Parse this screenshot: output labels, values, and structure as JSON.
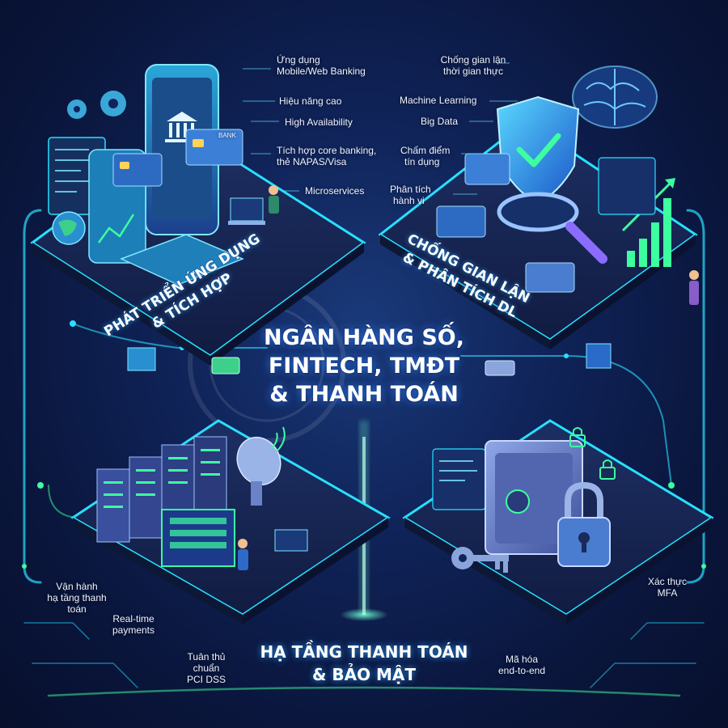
{
  "center_title": {
    "line1": "NGÂN HÀNG SỐ,",
    "line2": "FINTECH, TMĐT",
    "line3": "& THANH TOÁN"
  },
  "quadrants": {
    "app_dev": {
      "title_line1": "PHÁT TRIỂN ỨNG DỤNG",
      "title_line2": "& TÍCH HỢP",
      "items": [
        "Ứng dụng",
        "Mobile/Web Banking",
        "Hiệu năng cao",
        "High Availability",
        "Tích hợp core banking,",
        "thẻ NAPAS/Visa",
        "Microservices"
      ],
      "card_label": "BANK"
    },
    "fraud": {
      "title_line1": "CHỐNG GIAN LẬN",
      "title_line2": "& PHÂN TÍCH DL",
      "items": [
        "Chống gian lận",
        "thời gian thực",
        "Machine Learning",
        "Big Data",
        "Chấm điểm",
        "tín dụng",
        "Phân tích",
        "hành vi"
      ]
    },
    "infra": {
      "title_line1": "HẠ TẦNG THANH TOÁN",
      "title_line2": "& BẢO MẬT",
      "items": [
        "Vận hành",
        "hạ tầng thanh",
        "toán",
        "Real-time",
        "payments",
        "Tuân thủ",
        "chuẩn",
        "PCI DSS"
      ]
    },
    "security": {
      "items": [
        "Xác thực",
        "MFA",
        "Mã hóa",
        "end-to-end"
      ]
    }
  },
  "colors": {
    "neon_cyan": "#28e0ff",
    "neon_green": "#3dffa0",
    "platform": "#16264f"
  }
}
